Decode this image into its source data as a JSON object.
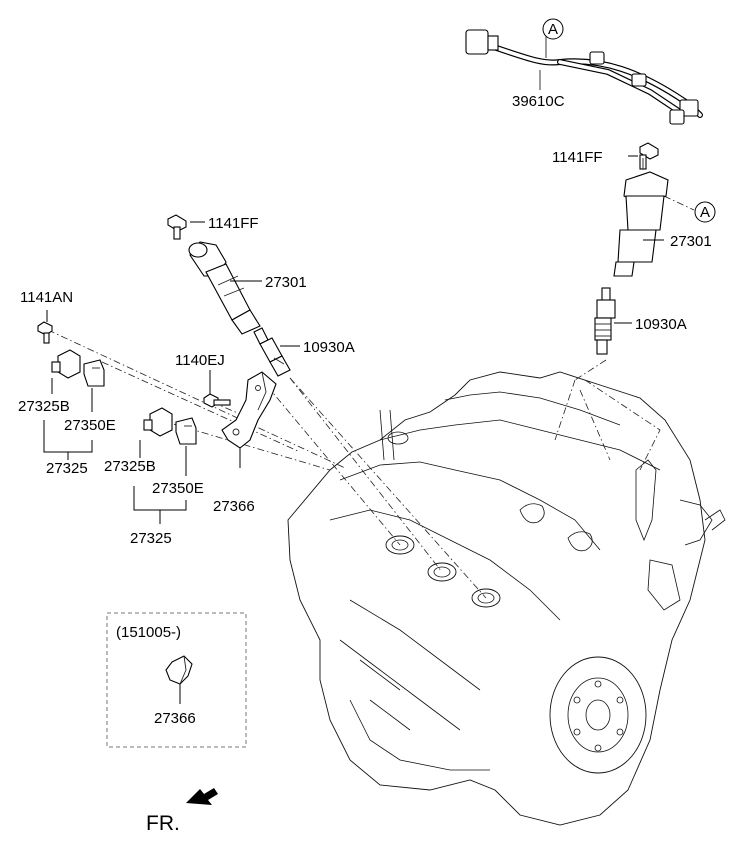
{
  "labels": {
    "harness": "39610C",
    "circle_a_top": "A",
    "circle_a_right": "A",
    "bolt_right": "1141FF",
    "coil_right": "27301",
    "plug_right": "10930A",
    "bolt_mid": "1141FF",
    "coil_mid": "27301",
    "plug_mid": "10930A",
    "bolt_bracket": "1140EJ",
    "bolt_left": "1141AN",
    "sensor_left": "27325B",
    "clip_left": "27350E",
    "assy_left": "27325",
    "sensor_mid": "27325B",
    "clip_mid": "27350E",
    "assy_mid": "27325",
    "bracket": "27366",
    "inset_date": "(151005-)",
    "inset_bracket": "27366",
    "front": "FR."
  }
}
